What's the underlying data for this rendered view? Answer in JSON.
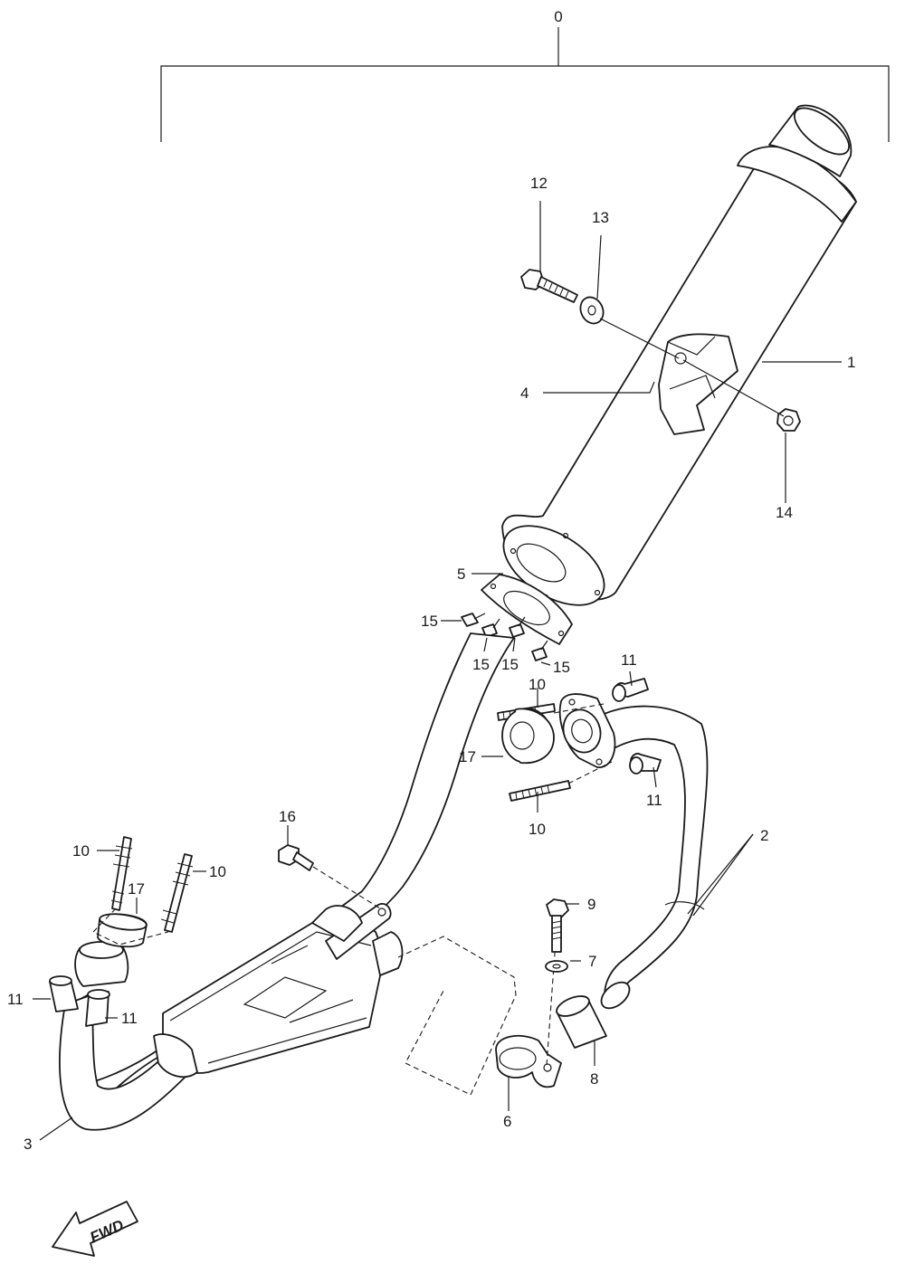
{
  "callouts": {
    "c0": "0",
    "c1": "1",
    "c2": "2",
    "c3": "3",
    "c4": "4",
    "c5": "5",
    "c6": "6",
    "c7": "7",
    "c8": "8",
    "c9": "9",
    "c10": "10",
    "c11": "11",
    "c12": "12",
    "c13": "13",
    "c14": "14",
    "c15": "15",
    "c16": "16",
    "c17": "17"
  },
  "direction_badge": "FWD"
}
